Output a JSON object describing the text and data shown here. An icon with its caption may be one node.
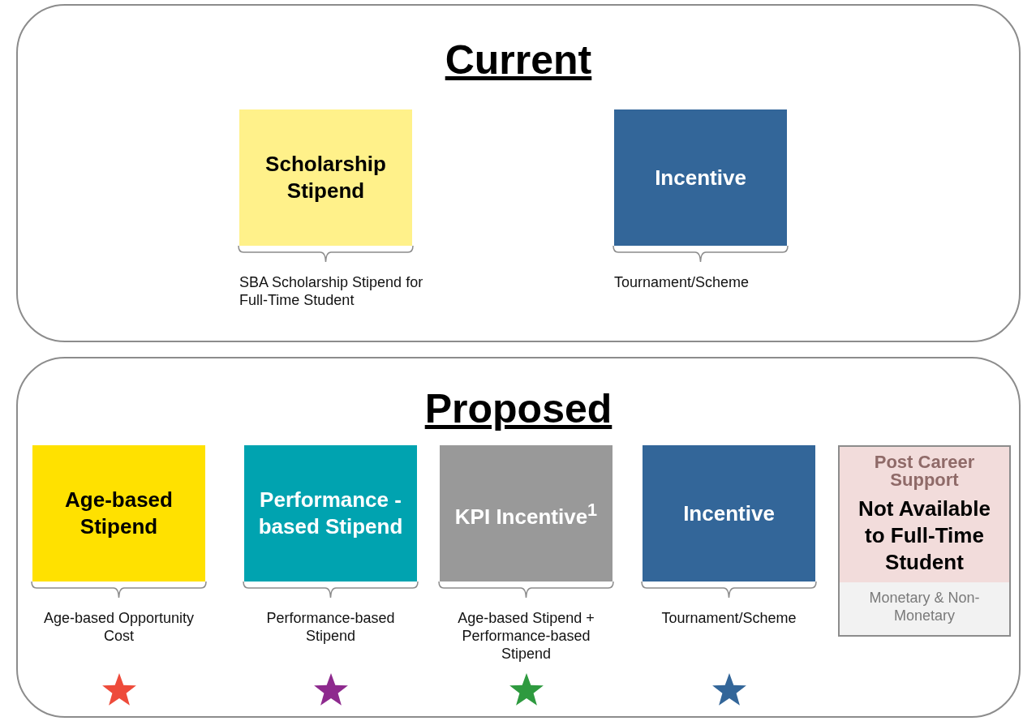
{
  "diagram": {
    "nodes": [
      {
        "text": [
          "Current"
        ]
      },
      {
        "text": [
          "Scholarship Stipend"
        ],
        "in": 0,
        "beside": [
          "SBA Scholarship Stipend for Full-Time Student"
        ]
      },
      {
        "text": [
          "Incentive"
        ],
        "in": 0,
        "beside": [
          "Tournament/Scheme"
        ]
      },
      {
        "text": [
          "Proposed"
        ]
      },
      {
        "text": [
          "Age-based Stipend"
        ],
        "in": 3,
        "beside": [
          "Age-based Opportunity Cost"
        ]
      },
      {
        "text": [
          "Performance -based Stipend"
        ],
        "in": 3,
        "beside": [
          "Performance-based Stipend"
        ]
      },
      {
        "text": [
          "KPI Incentive$^{1}$"
        ],
        "in": 3,
        "beside": [
          "Age-based Stipend + Performance-based Stipend"
        ]
      },
      {
        "text": [
          "Incentive"
        ],
        "in": 3,
        "beside": [
          "Tournament/Scheme"
        ]
      },
      {
        "text": [
          "Post Career Support",
          "Not Available to Full-Time Student",
          "Monetary & Non-Monetary"
        ],
        "in": 3
      }
    ],
    "edges": []
  }
}
